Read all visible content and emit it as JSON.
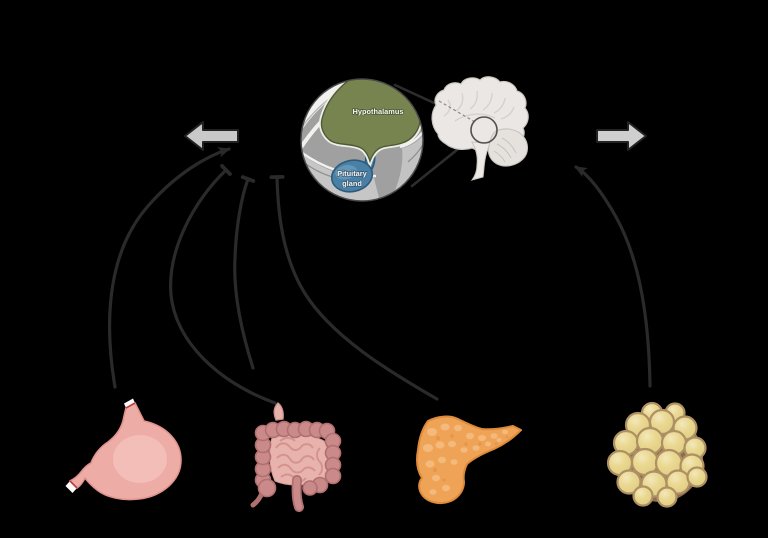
{
  "figure": {
    "type": "biology-diagram",
    "background_color": "#000000",
    "inset_circle": {
      "labels": {
        "hypothalamus": "Hypothalamus",
        "pituitary_line1": "Pituitary",
        "pituitary_line2": "gland"
      },
      "colors": {
        "hypothalamus_fill": "#78844f",
        "hypothalamus_edge": "#4e5a35",
        "pituitary_fill": "#4a80a5",
        "pituitary_edge": "#2e5b7c",
        "base_gray": "#a0a0a0",
        "band_white": "#f2f1ef",
        "band_light_gray": "#c6c6c6",
        "label_text": "#f5f4f2"
      }
    },
    "brain_thumbnail": {
      "fill": "#eae7e4",
      "outline": "#c9c5c0",
      "zoom_ring": "#54504d"
    },
    "block_arrows": {
      "left": {
        "direction": "left",
        "fill": "#c9c9c9",
        "outline": "#232323"
      },
      "right": {
        "direction": "right",
        "fill": "#cfcfcf",
        "outline": "#232323"
      }
    },
    "connectors": {
      "stroke": "#2a2a2a",
      "items": [
        {
          "from": "stomach",
          "to": "inset-circle",
          "terminal": "arrowhead"
        },
        {
          "from": "intestines",
          "to": "inset-circle",
          "terminal": "blunt-bar"
        },
        {
          "from": "intestines",
          "to": "inset-circle",
          "terminal": "blunt-bar"
        },
        {
          "from": "pancreas",
          "to": "inset-circle",
          "terminal": "blunt-bar"
        },
        {
          "from": "adipose-tissue",
          "to": "brain-thumbnail",
          "terminal": "arrowhead"
        }
      ]
    },
    "organs": [
      {
        "id": "stomach",
        "fill": "#eeaca6",
        "outline": "#e0938d"
      },
      {
        "id": "intestines",
        "fill": "#ca8a8a",
        "outline": "#b17070"
      },
      {
        "id": "pancreas",
        "fill": "#efa357",
        "outline": "#dd8a3a"
      },
      {
        "id": "adipose-tissue",
        "fill": "#e9d794",
        "outline": "#ad9063"
      }
    ]
  }
}
